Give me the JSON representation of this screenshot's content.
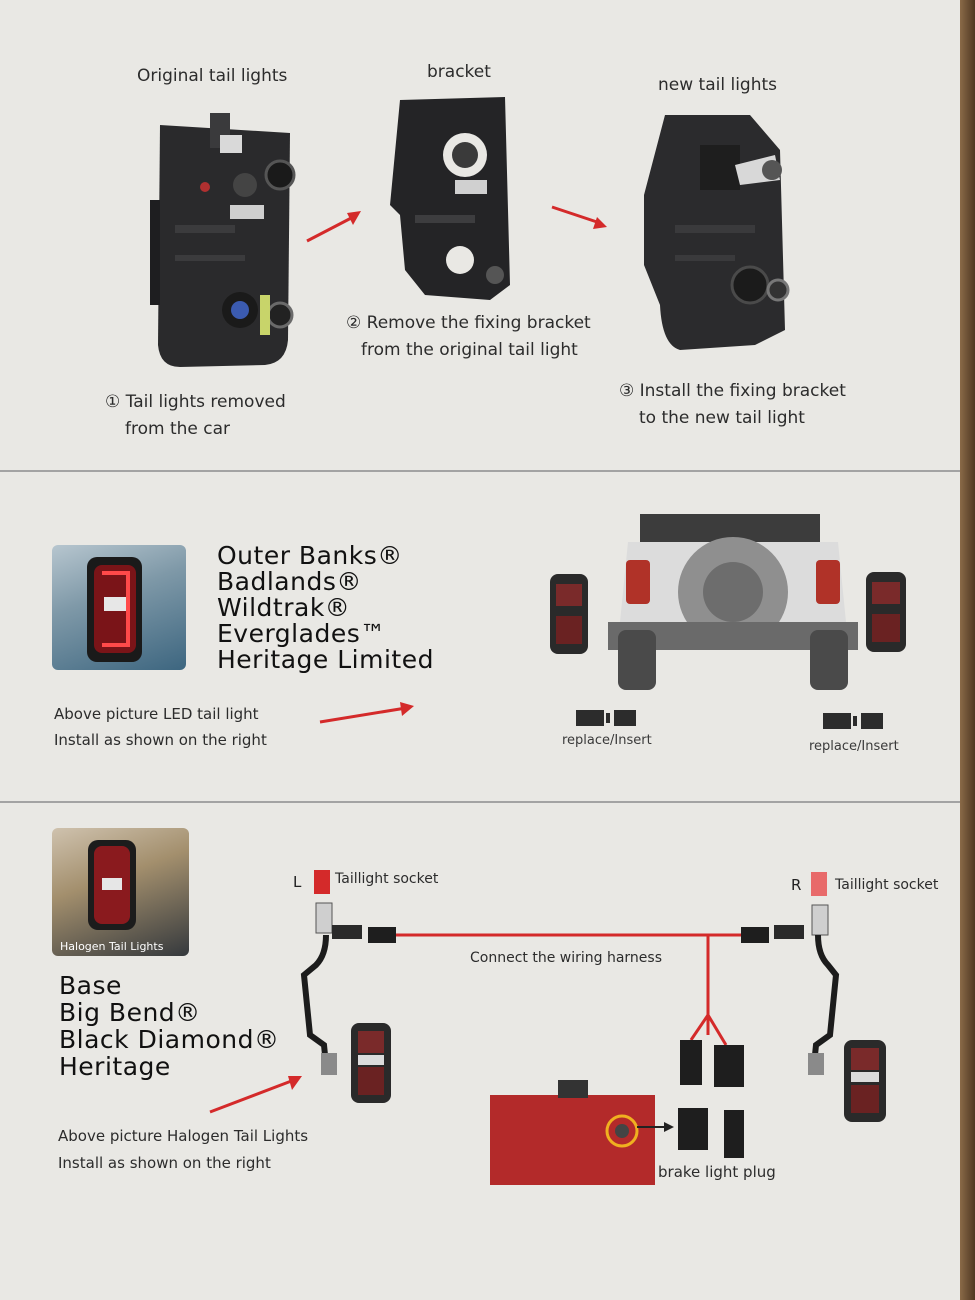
{
  "section1": {
    "label_original": "Original tail lights",
    "label_bracket": "bracket",
    "label_new": "new tail lights",
    "step1_line1": "① Tail lights removed",
    "step1_line2": "from the car",
    "step2_line1": "② Remove the fixing bracket",
    "step2_line2": "from the original tail light",
    "step3_line1": "③ Install the fixing bracket",
    "step3_line2": "to the new tail light"
  },
  "section2": {
    "models": [
      "Outer Banks®",
      "Badlands®",
      "Wildtrak®",
      "Everglades™",
      "Heritage Limited"
    ],
    "note_line1": "Above picture LED tail light",
    "note_line2": "Install as shown on the right",
    "connector_left_label": "replace/Insert",
    "connector_right_label": "replace/Insert"
  },
  "section3": {
    "photo_caption": "Halogen Tail Lights",
    "models": [
      "Base",
      "Big Bend®",
      "Black Diamond®",
      "Heritage"
    ],
    "note_line1": "Above picture Halogen Tail Lights",
    "note_line2": "Install as shown on the right",
    "left_side_letter": "L",
    "right_side_letter": "R",
    "left_socket_label": "Taillight socket",
    "right_socket_label": "Taillight socket",
    "harness_label": "Connect the wiring harness",
    "brake_label": "brake light plug"
  },
  "colors": {
    "accent_red": "#d42a2a",
    "paper": "#e9e8e4"
  }
}
